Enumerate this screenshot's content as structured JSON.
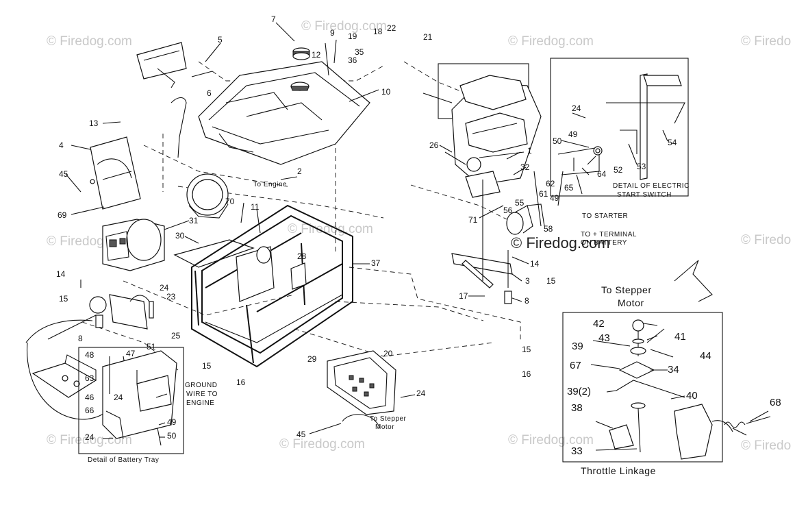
{
  "watermark": {
    "text": "© Firedog.com",
    "partial_right": "© Firedo"
  },
  "callouts": {
    "c1": "1",
    "c2": "2",
    "c4": "4",
    "c5": "5",
    "c6": "6",
    "c7": "7",
    "c8a": "8",
    "c8b": "8",
    "c9": "9",
    "c10": "10",
    "c11": "11",
    "c12": "12",
    "c13": "13",
    "c14a": "14",
    "c14b": "14",
    "c15a": "15",
    "c15b": "15",
    "c15c": "15",
    "c15d": "15",
    "c16a": "16",
    "c16b": "16",
    "c17": "17",
    "c18": "18",
    "c19": "19",
    "c20": "20",
    "c21": "21",
    "c22": "22",
    "c23": "23",
    "c24a": "24",
    "c24b": "24",
    "c24c": "24",
    "c24d": "24",
    "c24e": "24",
    "c25": "25",
    "c26": "26",
    "c28": "28",
    "c29": "29",
    "c30": "30",
    "c31": "31",
    "c32": "32",
    "c3": "3",
    "c35": "35",
    "c36": "36",
    "c37": "37",
    "c45a": "45",
    "c45b": "45",
    "c46": "46",
    "c47": "47",
    "c48": "48",
    "c49a": "49",
    "c49b": "49",
    "c49c": "49",
    "c50a": "50",
    "c50b": "50",
    "c51": "51",
    "c52": "52",
    "c53": "53",
    "c54": "54",
    "c55": "55",
    "c56": "56",
    "c58": "58",
    "c61": "61",
    "c62": "62",
    "c63": "63",
    "c64": "64",
    "c65": "65",
    "c66": "66",
    "c69": "69",
    "c70": "70",
    "c71": "71",
    "t33": "33",
    "t34": "34",
    "t38": "38",
    "t39": "39",
    "t39b": "39(2)",
    "t40": "40",
    "t41": "41",
    "t42": "42",
    "t43": "43",
    "t44": "44",
    "t67": "67",
    "t68": "68"
  },
  "labels": {
    "to_engine": "To Engine",
    "ground_wire_1": "GROUND",
    "ground_wire_2": "WIRE TO",
    "ground_wire_3": "ENGINE",
    "to_stepper_motor_1": "To Stepper",
    "to_stepper_motor_2": "Motor",
    "detail_electric_start_1": "DETAIL OF ELECTRIC",
    "detail_electric_start_2": "START SWITCH",
    "to_starter": "TO STARTER",
    "to_terminal_1": "TO + TERMINAL",
    "to_terminal_2": "ON BATTERY",
    "detail_battery_tray": "Detail of Battery Tray",
    "stepper_top_1": "To Stepper",
    "stepper_top_2": "Motor",
    "throttle_linkage": "Throttle Linkage"
  }
}
